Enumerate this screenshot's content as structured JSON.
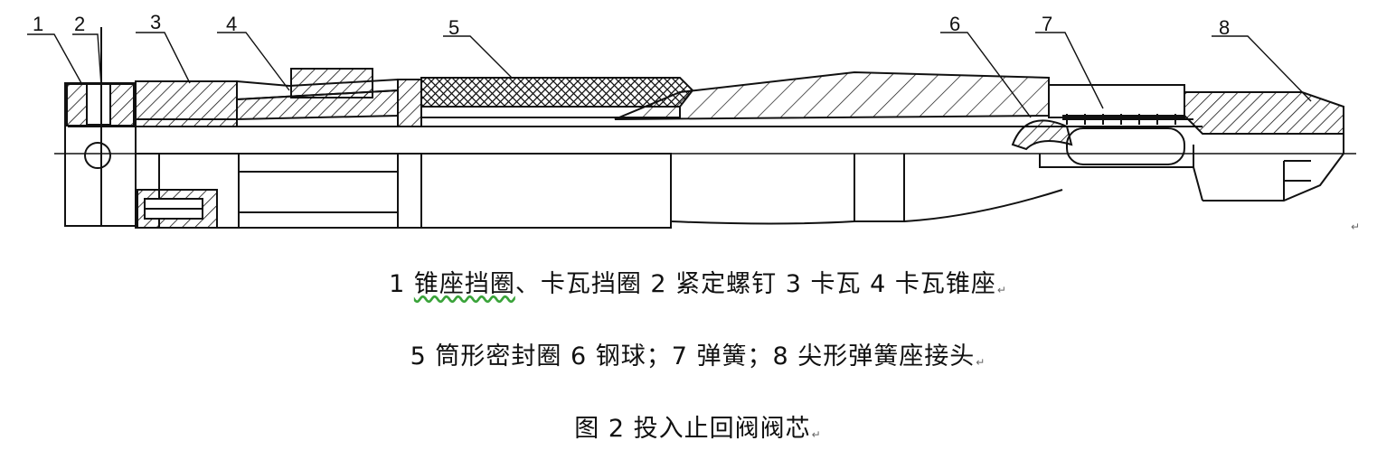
{
  "figure": {
    "part_numbers": [
      "1",
      "2",
      "3",
      "4",
      "5",
      "6",
      "7",
      "8"
    ],
    "legend_line1": {
      "lead_number": "1",
      "underlined_text": "锥座挡圈",
      "rest_text": "、卡瓦挡圈  2  紧定螺钉  3  卡瓦  4  卡瓦锥座"
    },
    "legend_line2": "5  筒形密封圈  6  钢球；7  弹簧；8  尖形弹簧座接头",
    "caption": "图 2  投入止回阀阀芯",
    "paragraph_mark": "↵"
  }
}
